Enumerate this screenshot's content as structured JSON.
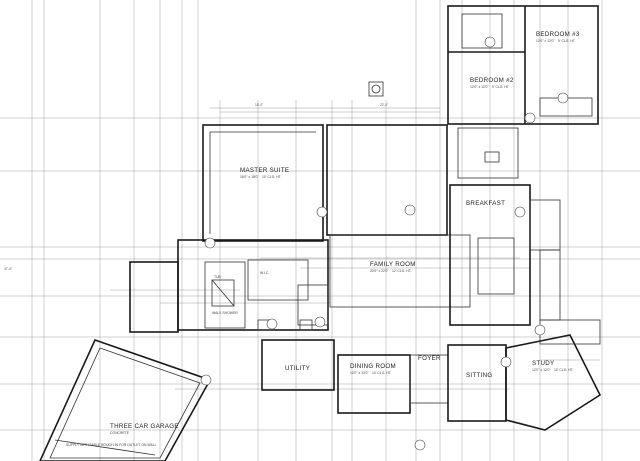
{
  "drawing": {
    "rooms": [
      {
        "name": "MASTER SUITE",
        "size": "16'0\" x 18'0\"",
        "clg": "10' CLG. HT."
      },
      {
        "name": "FAMILY ROOM",
        "size": "20'0\" x 22'0\"",
        "clg": "12' CLG. HT."
      },
      {
        "name": "BREAKFAST",
        "size": "",
        "clg": ""
      },
      {
        "name": "BEDROOM #2",
        "size": "12'0\" x 12'0\"",
        "clg": "9' CLG. HT."
      },
      {
        "name": "BEDROOM #3",
        "size": "12'0\" x 12'0\"",
        "clg": "9' CLG. HT."
      },
      {
        "name": "DINING ROOM",
        "size": "12'0\" x 13'0\"",
        "clg": "10' CLG. HT."
      },
      {
        "name": "FOYER",
        "size": "",
        "clg": ""
      },
      {
        "name": "SITTING",
        "size": "",
        "clg": ""
      },
      {
        "name": "STUDY",
        "size": "12'0\" x 12'0\"",
        "clg": "10' CLG. HT."
      },
      {
        "name": "UTILITY",
        "size": "",
        "clg": ""
      },
      {
        "name": "THREE CAR GARAGE",
        "size": "",
        "clg": "CONCRETE"
      }
    ],
    "notes": {
      "walk_shower": "WALK SHOWER",
      "garage_note": "SUPPLY WITH TABLE ROUGH-IN FOR OUTLET ON WALL",
      "tub": "TUB",
      "wic": "W.I.C."
    },
    "dimensions": {
      "left_overall": "47'-6\"",
      "top_master": "18'-0\"",
      "top_family": "22'-0\""
    }
  }
}
